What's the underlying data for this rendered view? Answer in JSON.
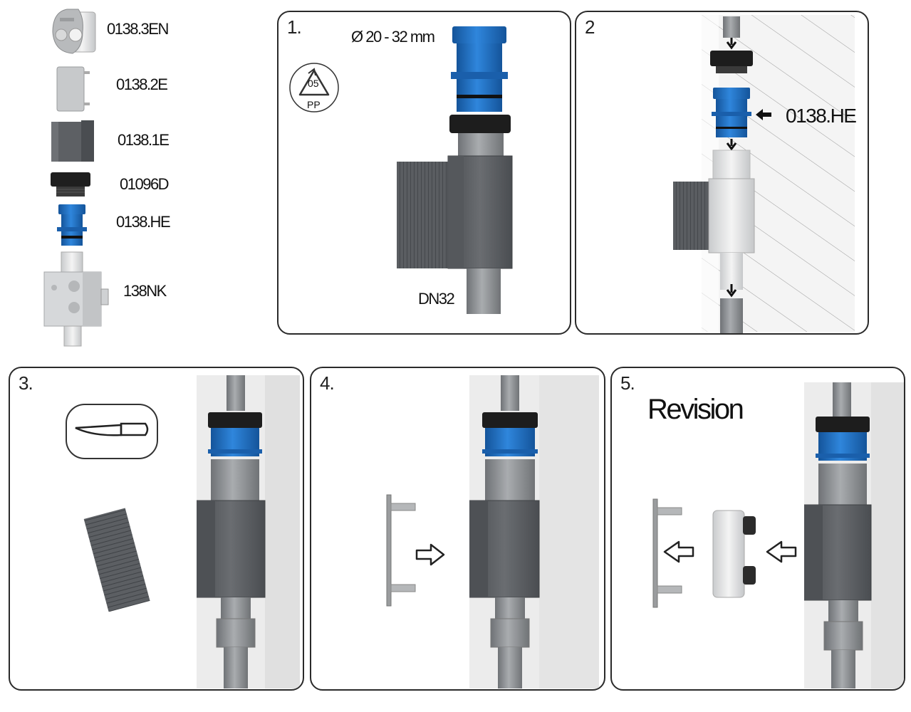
{
  "parts": [
    {
      "code": "0138.3EN",
      "icon": "revision-cap-icon"
    },
    {
      "code": "0138.2E",
      "icon": "cover-plate-icon"
    },
    {
      "code": "0138.1E",
      "icon": "box-insert-icon"
    },
    {
      "code": "01096D",
      "icon": "nut-cap-icon"
    },
    {
      "code": "0138.HE",
      "icon": "blue-adapter-icon"
    },
    {
      "code": "138NK",
      "icon": "inspection-box-icon"
    }
  ],
  "steps": [
    {
      "number": "1.",
      "dimension": "Ø 20 - 32 mm",
      "recycle_code": "05",
      "recycle_material": "PP",
      "pipe_size": "DN32"
    },
    {
      "number": "2",
      "callout": "0138.HE"
    },
    {
      "number": "3.",
      "tool_icon": "knife-icon"
    },
    {
      "number": "4."
    },
    {
      "number": "5.",
      "title": "Revision"
    }
  ],
  "colors": {
    "blue": "#1e6fc4",
    "dark_gray": "#595c60",
    "pipe_gray": "#8d9094",
    "black": "#202020",
    "wall": "#e9e9e9",
    "border": "#2a2a2a"
  }
}
